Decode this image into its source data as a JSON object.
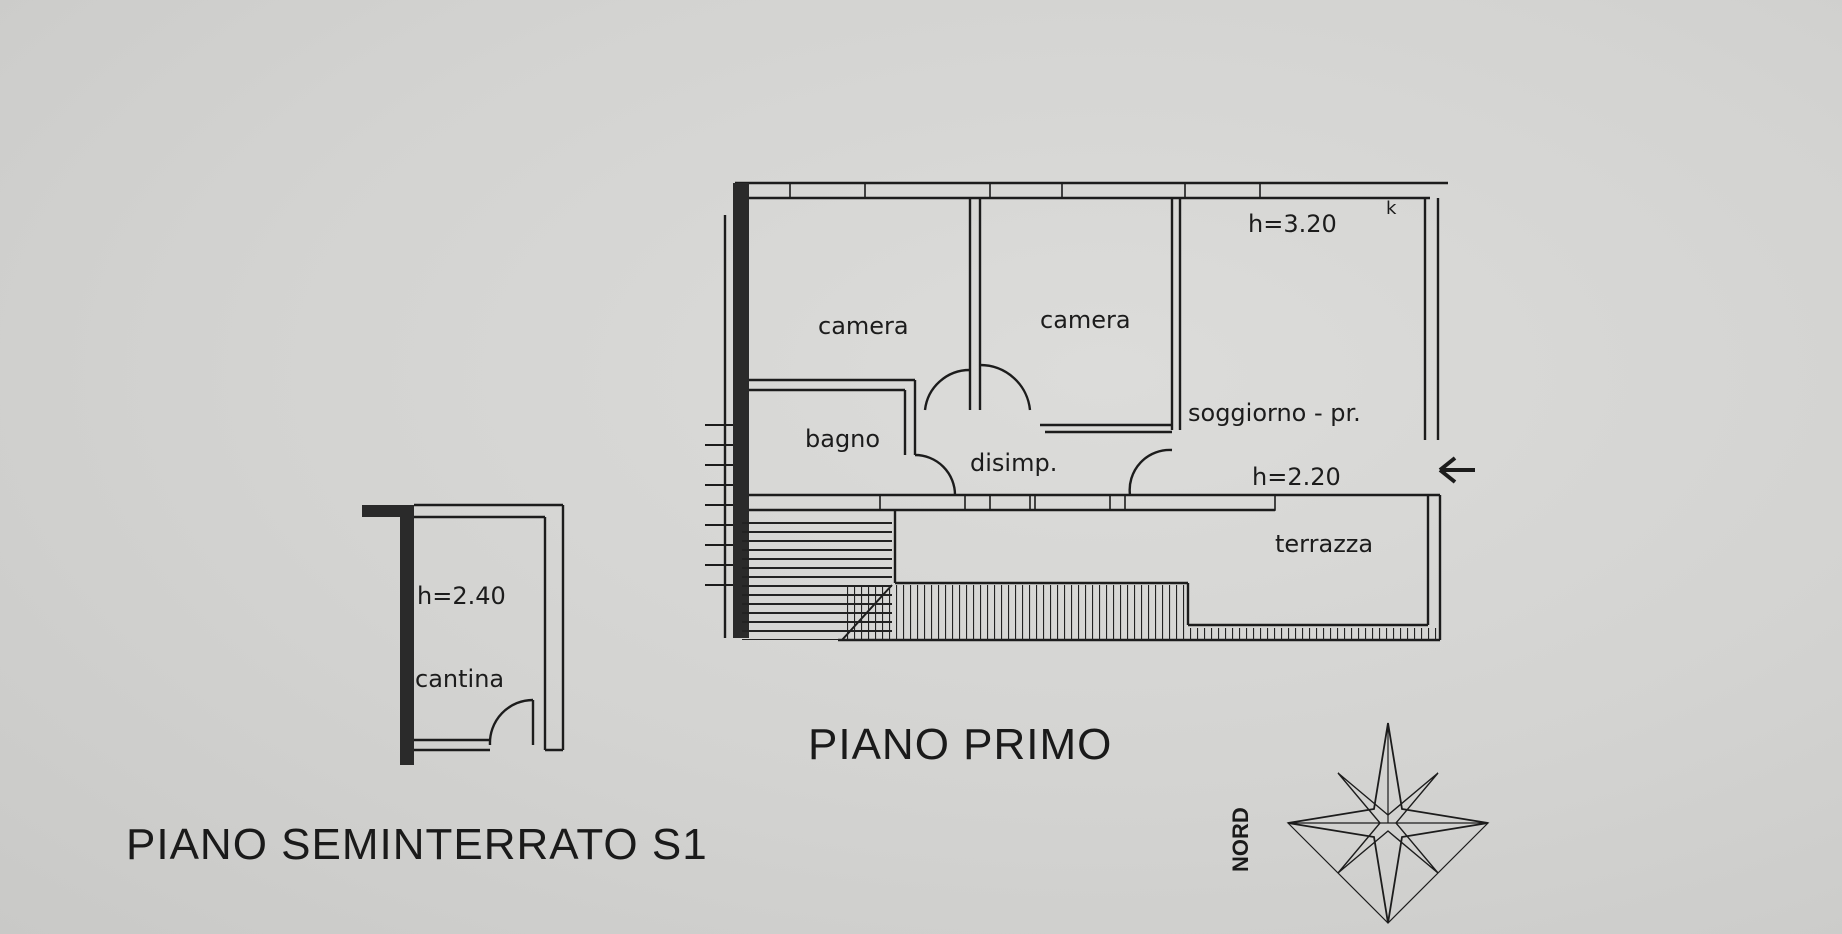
{
  "plans": {
    "primo": {
      "title": "PIANO PRIMO",
      "rooms": [
        {
          "id": "camera1",
          "label": "camera"
        },
        {
          "id": "camera2",
          "label": "camera"
        },
        {
          "id": "bagno",
          "label": "bagno"
        },
        {
          "id": "disimp",
          "label": "disimp."
        },
        {
          "id": "soggiorno",
          "label": "soggiorno - pr."
        },
        {
          "id": "terrazza",
          "label": "terrazza"
        }
      ],
      "heights": {
        "main": "h=3.20",
        "lower": "h=2.20"
      },
      "kitchen_mark": "k"
    },
    "seminterrato": {
      "title": "PIANO SEMINTERRATO S1",
      "rooms": [
        {
          "id": "cantina",
          "label": "cantina"
        }
      ],
      "height": "h=2.40"
    }
  },
  "compass": {
    "label": "NORD",
    "icon": "compass-rose-icon"
  },
  "colors": {
    "ink": "#1c1c1c",
    "paper": "#d4d4d2",
    "ghost_text": "#b9b9b7"
  }
}
